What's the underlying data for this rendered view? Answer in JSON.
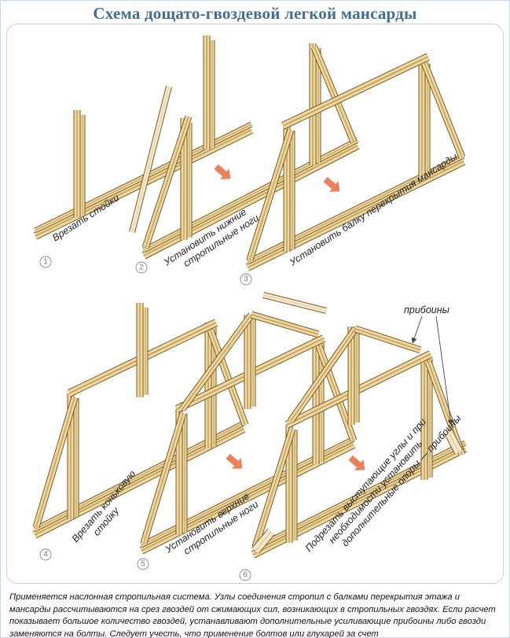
{
  "header": {
    "title": "Схема дощато-гвоздевой легкой мансарды"
  },
  "colors": {
    "accent_title": "#3e6e98",
    "wood_face": "#ecd9a4",
    "wood_dark": "#c89f55",
    "outline": "#7a5a24",
    "arrow": "#e8764a"
  },
  "steps": [
    {
      "number": "1",
      "label": "Врезать стойки"
    },
    {
      "number": "2",
      "line1": "Установить нижние",
      "line2": "стропильные ноги"
    },
    {
      "number": "3",
      "label": "Установить балку перекрытия мансарды"
    },
    {
      "number": "4",
      "line1": "Врезать коньковую",
      "line2": "стойку"
    },
    {
      "number": "5",
      "line1": "Установить верхние",
      "line2": "стропильные ноги"
    },
    {
      "number": "6",
      "line1": "Подрезать выступающие углы и при",
      "line2": "необходимости установить",
      "line3": "дополнительные опоры — прибоины"
    }
  ],
  "callout": {
    "label": "прибоины"
  },
  "description": {
    "text": "Применяется наслонная стропильная система. Узлы соединения стропил с балками перекрытия этажа и мансарды рассчитываются на срез гвоздей от сжимающих сил, возникающих в стропильных гвоздях. Если расчет показывает большое количество гвоздей, устанавливают дополнительные усиливающие прибоины либо гвозди заменяются на болты. Следует учесть, что применение болтов или глухарей за счет"
  }
}
